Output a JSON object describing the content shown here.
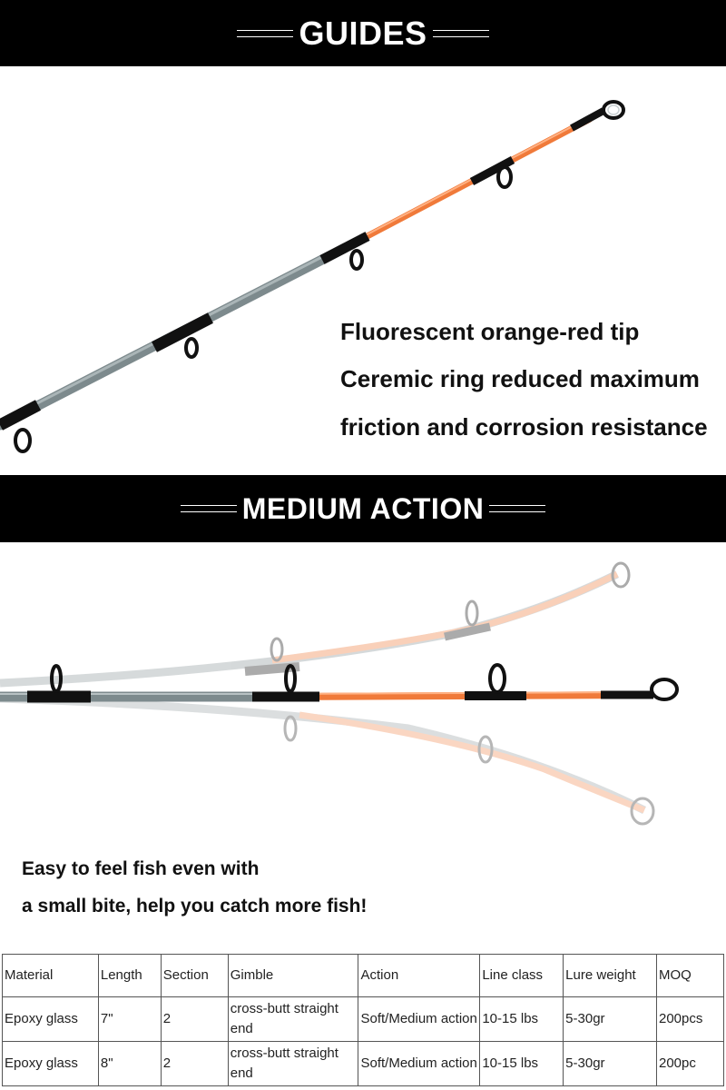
{
  "sections": {
    "guides": {
      "title": "GUIDES"
    },
    "action": {
      "title": "MEDIUM ACTION"
    }
  },
  "features": [
    "Fluorescent orange-red tip",
    "Ceremic ring reduced maximum",
    "friction and corrosion resistance"
  ],
  "caption": [
    "Easy to feel fish even with",
    "a small bite, help you catch more fish!"
  ],
  "colors": {
    "banner": "#000000",
    "tip_orange": "#f07a3a",
    "blank_gray": "#7d8a8d"
  },
  "spec_table": {
    "headers": [
      "Material",
      "Length",
      "Section",
      "Gimble",
      "Action",
      "Line class",
      "Lure weight",
      "MOQ"
    ],
    "rows": [
      [
        "Epoxy glass",
        "7\"",
        "2",
        "cross-butt straight end",
        "Soft/Medium action",
        "10-15 lbs",
        "5-30gr",
        "200pcs"
      ],
      [
        "Epoxy glass",
        "8\"",
        "2",
        "cross-butt straight end",
        "Soft/Medium action",
        "10-15 lbs",
        "5-30gr",
        "200pc"
      ]
    ]
  }
}
